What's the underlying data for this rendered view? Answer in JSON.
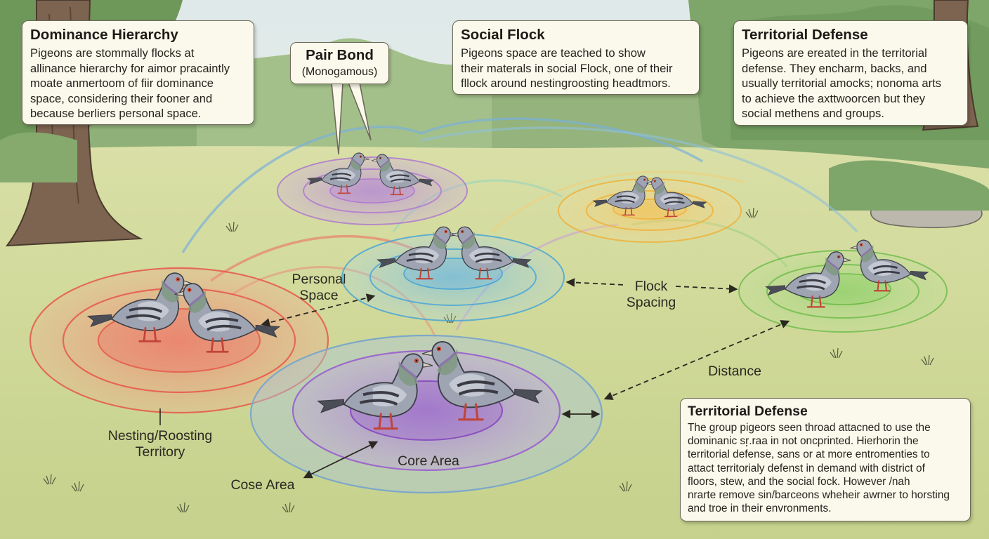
{
  "boxes": {
    "dominance": {
      "title": "Dominance Hierarchy",
      "lines": [
        "Pigeons are stommally flocks at",
        "allinance hierarchy for aimor pracaintly",
        "moate anmertoom of fiir dominance",
        "space, considering their fooner and",
        "because berliers personal space."
      ]
    },
    "pair_bond": {
      "title": "Pair Bond",
      "subtitle": "(Monogamous)"
    },
    "social_flock": {
      "title": "Social Flock",
      "lines": [
        "Pigeons space are teached to show",
        "their materals in social Flock, one of their",
        "fllock around nestingroosting headtmors."
      ]
    },
    "territorial_top": {
      "title": "Territorial Defense",
      "lines": [
        "Pigeons are ereated in the territorial",
        "defense. They encharm, backs, and",
        "usually territorial amocks; nonoma arts",
        "to achieve the axttwoorcen but they",
        "social methens and groups."
      ]
    },
    "territorial_bottom": {
      "title": "Territorial Defense",
      "lines": [
        "The group pigeors seen throad attacned to use the",
        "dominanic sŗ.raa in not oncprinted. Hierhorin the",
        "territorial defense, sans or at more entromenties to",
        "attact territorialy defenst in demand with district of",
        "floors, stew, and the social fock. However /nah",
        "nrarte remove sin/barceons wheheir awrner to horsting",
        "and troe in their envronments."
      ]
    }
  },
  "labels": {
    "personal_space": [
      "Personal",
      "Space"
    ],
    "flock_spacing": [
      "Flock",
      "Spacing"
    ],
    "distance": "Distance",
    "nesting_territory": [
      "Nesting/Roosting",
      "Territory"
    ],
    "core_area": "Core Area",
    "cose_area": "Cose Area"
  },
  "zone_colors": {
    "red": "#e8574a",
    "purple_top": "#b07ad0",
    "blue": "#4aa6d6",
    "yellow": "#f0b23a",
    "green": "#72bd4e",
    "purple_core": "#9a5fcf",
    "outer_blue": "#8fb3d2"
  }
}
